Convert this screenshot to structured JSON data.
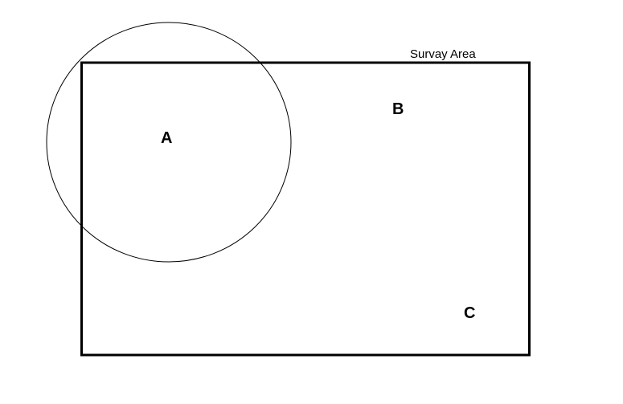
{
  "survey_area": {
    "title": "Survay Area",
    "border_color": "#000000"
  },
  "points": [
    {
      "label": "A"
    },
    {
      "label": "B"
    },
    {
      "label": "C"
    }
  ],
  "circle": {
    "stroke_color": "#000000"
  }
}
